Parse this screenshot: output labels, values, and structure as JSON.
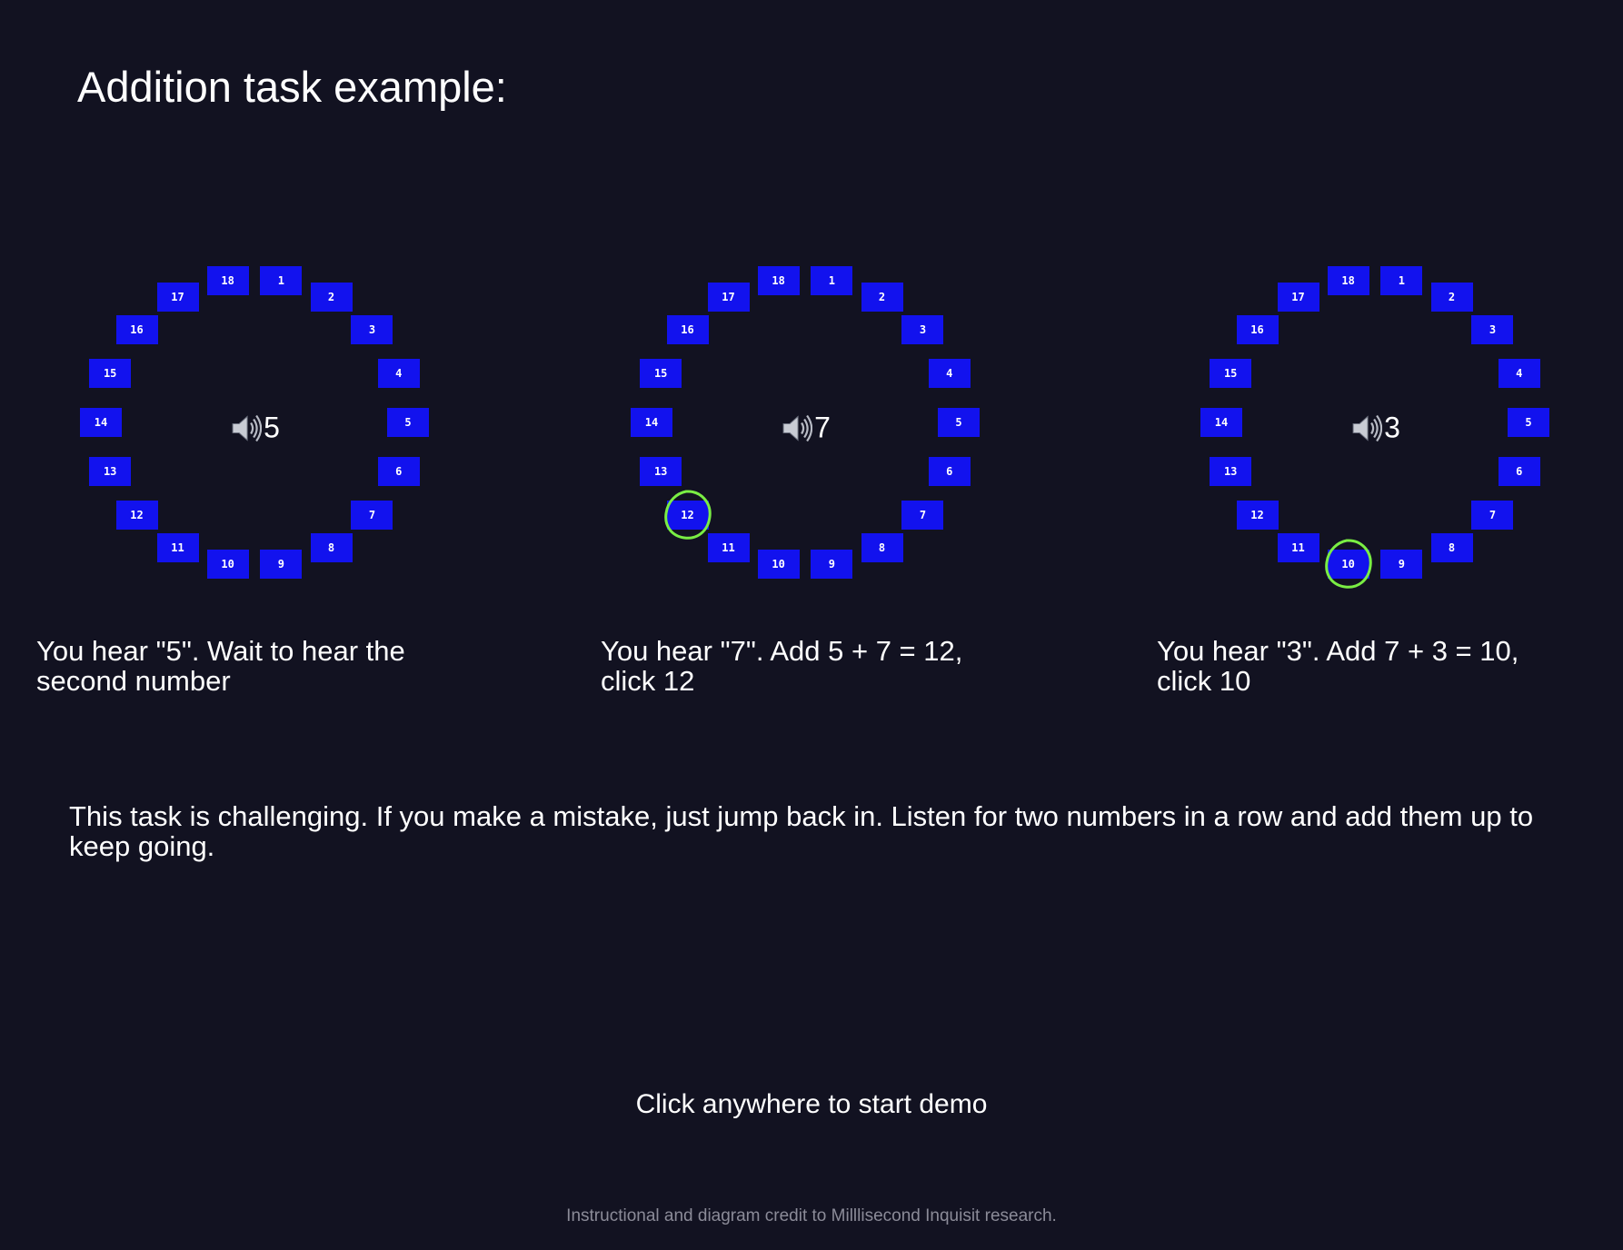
{
  "title": "Addition task example:",
  "panels": [
    {
      "heard": "5",
      "highlight": null,
      "caption_line1": "You hear \"5\". Wait to hear the",
      "caption_line2": "second number"
    },
    {
      "heard": "7",
      "highlight": "12",
      "caption_line1": "You hear \"7\". Add 5 + 7 = 12,",
      "caption_line2": "click 12"
    },
    {
      "heard": "3",
      "highlight": "10",
      "caption_line1": "You hear \"3\". Add 7 + 3 = 10,",
      "caption_line2": "click 10"
    }
  ],
  "circle_numbers": [
    "1",
    "2",
    "3",
    "4",
    "5",
    "6",
    "7",
    "8",
    "9",
    "10",
    "11",
    "12",
    "13",
    "14",
    "15",
    "16",
    "17",
    "18"
  ],
  "note": "This task is challenging. If you make a mistake, just jump back in. Listen for two numbers in a row and add them up to keep going.",
  "start_prompt": "Click anywhere to start demo",
  "credit": "Instructional and diagram credit to Milllisecond Inquisit research.",
  "icons": {
    "center": "speaker-icon",
    "highlight": "green-circle-mark"
  },
  "colors": {
    "background": "#121221",
    "button": "#1212ee",
    "highlight": "#7aee44",
    "credit": "#8b8b98"
  }
}
